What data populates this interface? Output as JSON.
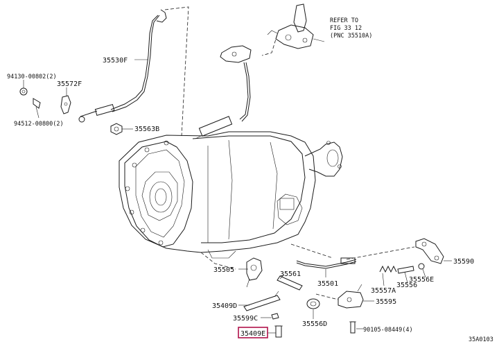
{
  "diagram": {
    "highlight_color": "#b0124a",
    "line_color": "#1a1a1a",
    "figure_code": "35A0103",
    "reference_note": [
      "REFER TO",
      "FIG 33 12",
      "(PNC 35510A)"
    ],
    "labels": {
      "p35530F": "35530F",
      "p94130": "94130-00802(2)",
      "p35572F": "35572F",
      "p94512": "94512-00800(2)",
      "p35563B": "35563B",
      "p35505": "35505",
      "p35561": "35561",
      "p35501": "35501",
      "p35590": "35590",
      "p35557A": "35557A",
      "p35556": "35556",
      "p35556E": "35556E",
      "p35595": "35595",
      "p35409D": "35409D",
      "p35599C": "35599C",
      "p35556D": "35556D",
      "p90105": "90105-08449(4)",
      "p35409E": "35409E"
    }
  }
}
